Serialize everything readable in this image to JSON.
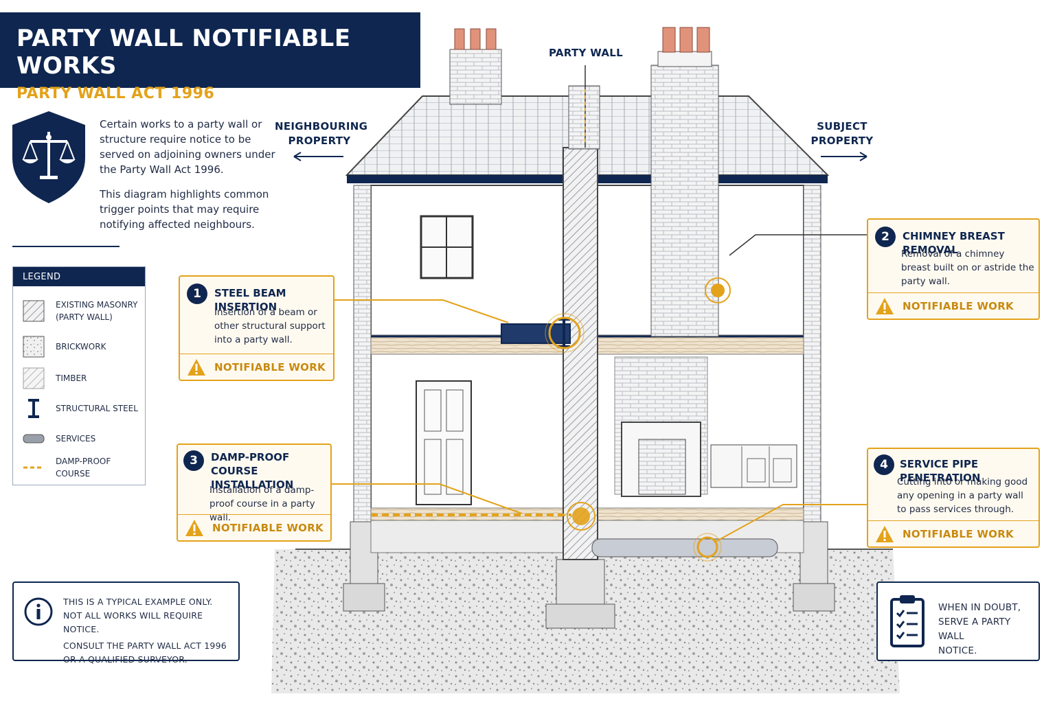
{
  "header": {
    "title": "PARTY WALL NOTIFIABLE WORKS",
    "subtitle": "PARTY WALL ACT 1996"
  },
  "intro": {
    "paragraph1": "Certain works to a party wall or structure require notice to be served on adjoining owners under the Party Wall Act 1996.",
    "paragraph2": "This diagram highlights common trigger points that may require notifying affected neighbours."
  },
  "legend": {
    "title": "LEGEND",
    "items": [
      {
        "label": "EXISTING MASONRY (PARTY WALL)",
        "icon": "hatched-masonry-swatch"
      },
      {
        "label": "BRICKWORK",
        "icon": "speckled-brick-swatch"
      },
      {
        "label": "TIMBER",
        "icon": "timber-swatch"
      },
      {
        "label": "STRUCTURAL STEEL",
        "icon": "i-beam-icon"
      },
      {
        "label": "SERVICES",
        "icon": "pipe-swatch"
      },
      {
        "label": "DAMP-PROOF COURSE",
        "icon": "dashed-line-swatch"
      }
    ]
  },
  "diagram_labels": {
    "party_wall": "PARTY WALL",
    "neighbouring": "NEIGHBOURING PROPERTY",
    "subject": "SUBJECT PROPERTY"
  },
  "callouts": [
    {
      "number": "1",
      "title": "STEEL BEAM INSERTION",
      "description": "Insertion of a beam or other structural support into a party wall.",
      "status": "NOTIFIABLE WORK"
    },
    {
      "number": "2",
      "title": "CHIMNEY BREAST REMOVAL",
      "description": "Removal of a chimney breast built on or astride the party wall.",
      "status": "NOTIFIABLE WORK"
    },
    {
      "number": "3",
      "title": "DAMP-PROOF COURSE INSTALLATION",
      "description": "Installation of a damp-proof course in a party wall.",
      "status": "NOTIFIABLE WORK"
    },
    {
      "number": "4",
      "title": "SERVICE PIPE PENETRATION",
      "description": "Cutting into or making good any opening in a party wall to pass services through.",
      "status": "NOTIFIABLE WORK"
    }
  ],
  "notes": {
    "disclaimer_line1": "THIS IS A TYPICAL EXAMPLE ONLY.",
    "disclaimer_line2": "NOT ALL WORKS WILL REQUIRE NOTICE.",
    "disclaimer_line3": "CONSULT THE PARTY WALL ACT 1996",
    "disclaimer_line4": "OR A QUALIFIED SURVEYOR.",
    "advice_line1": "WHEN IN DOUBT,",
    "advice_line2": "SERVE A PARTY WALL",
    "advice_line3": "NOTICE."
  },
  "colors": {
    "navy": "#0f2650",
    "amber": "#e3a21a",
    "callout_bg": "#fffaf0"
  }
}
